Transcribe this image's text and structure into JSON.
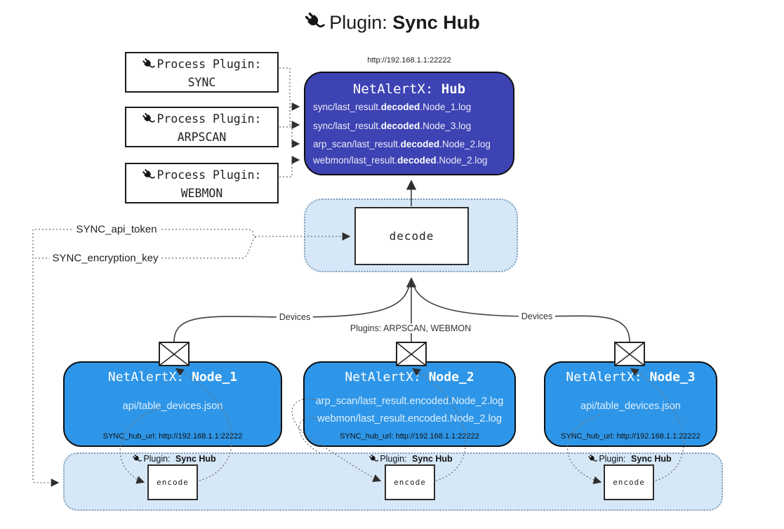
{
  "title": {
    "prefix": "Plugin:",
    "name": "Sync Hub"
  },
  "process_plugins": [
    {
      "label": "Process Plugin:",
      "name": "SYNC"
    },
    {
      "label": "Process Plugin:",
      "name": "ARPSCAN"
    },
    {
      "label": "Process Plugin:",
      "name": "WEBMON"
    }
  ],
  "hub": {
    "url": "http://192.168.1.1:22222",
    "title_prefix": "NetAlertX:",
    "title_name": "Hub",
    "files": [
      {
        "pre": "sync/last_result.",
        "mid": "decoded",
        "post": ".Node_1.log"
      },
      {
        "pre": "sync/last_result.",
        "mid": "decoded",
        "post": ".Node_3.log"
      },
      {
        "pre": "arp_scan/last_result.",
        "mid": "decoded",
        "post": ".Node_2.log"
      },
      {
        "pre": "webmon/last_result.",
        "mid": "decoded",
        "post": ".Node_2.log"
      }
    ]
  },
  "decode": {
    "label": "decode"
  },
  "secrets": {
    "api_token": "SYNC_api_token",
    "encryption_key": "SYNC_encryption_key"
  },
  "edge_labels": {
    "devices_left": "Devices",
    "plugins_center": "Plugins: ARPSCAN, WEBMON",
    "devices_right": "Devices"
  },
  "nodes": [
    {
      "title_prefix": "NetAlertX:",
      "title_name": "Node_1",
      "files": [
        "api/table_devices.json"
      ],
      "hub_url": "SYNC_hub_url: http://192.168.1.1:22222"
    },
    {
      "title_prefix": "NetAlertX:",
      "title_name": "Node_2",
      "files": [
        "arp_scan/last_result.encoded.Node_2.log",
        "webmon/last_result.encoded.Node_2.log"
      ],
      "hub_url": "SYNC_hub_url: http://192.168.1.1:22222"
    },
    {
      "title_prefix": "NetAlertX:",
      "title_name": "Node_3",
      "files": [
        "api/table_devices.json"
      ],
      "hub_url": "SYNC_hub_url: http://192.168.1.1:22222"
    }
  ],
  "encoders": [
    {
      "plugin_prefix": "Plugin:",
      "plugin_name": "Sync Hub",
      "label": "encode"
    },
    {
      "plugin_prefix": "Plugin:",
      "plugin_name": "Sync Hub",
      "label": "encode"
    },
    {
      "plugin_prefix": "Plugin:",
      "plugin_name": "Sync Hub",
      "label": "encode"
    }
  ],
  "colors": {
    "hub_bg": "#3d43b3",
    "node_bg": "#2e96e8",
    "panel_bg": "#d6e8f8",
    "panel_border": "#7f9db9"
  }
}
